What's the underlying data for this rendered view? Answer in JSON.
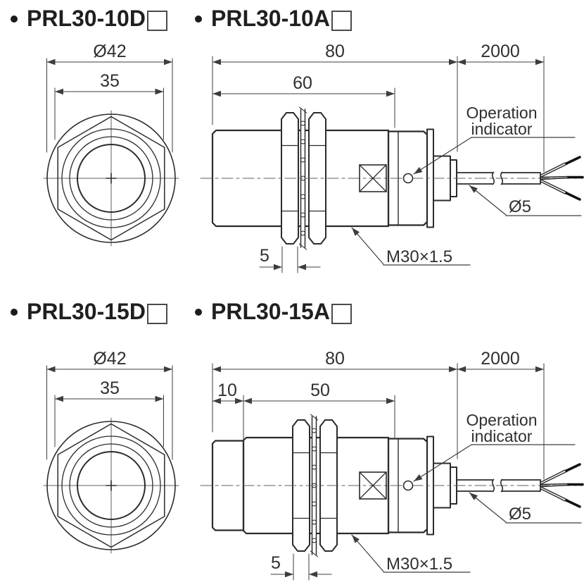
{
  "figure": {
    "type": "mechanical-dimension-drawing",
    "units_note": "",
    "colors": {
      "line": "#2b2b2b",
      "dim": "#3d3d3d",
      "center": "#5f5f5f",
      "text": "#303030",
      "title": "#1f1f1f"
    }
  },
  "drawings": [
    {
      "title_left": "PRL30-10D",
      "title_right": "PRL30-10A",
      "front": {
        "outer_diameter": "Ø42",
        "across_flats": "35"
      },
      "side": {
        "overall_length": "80",
        "cable_length": "2000",
        "sub_dims": [
          "60"
        ],
        "nut_thickness": "5",
        "thread_spec": "M30×1.5",
        "cable_diameter": "Ø5",
        "indicator_line1": "Operation",
        "indicator_line2": "indicator"
      }
    },
    {
      "title_left": "PRL30-15D",
      "title_right": "PRL30-15A",
      "front": {
        "outer_diameter": "Ø42",
        "across_flats": "35"
      },
      "side": {
        "overall_length": "80",
        "cable_length": "2000",
        "sub_dims": [
          "10",
          "50"
        ],
        "nut_thickness": "5",
        "thread_spec": "M30×1.5",
        "cable_diameter": "Ø5",
        "indicator_line1": "Operation",
        "indicator_line2": "indicator"
      }
    }
  ]
}
